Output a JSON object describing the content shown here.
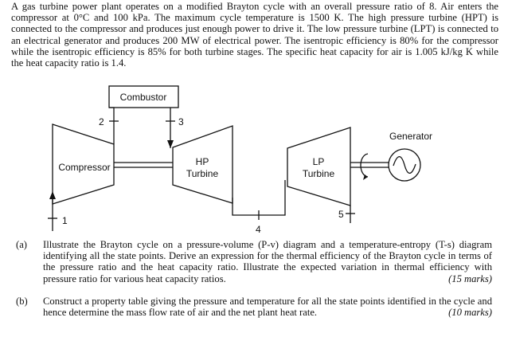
{
  "problem": {
    "text": "A gas turbine power plant operates on a modified Brayton cycle with an overall pressure ratio of 8.  Air enters the compressor at 0°C and 100 kPa.  The maximum cycle temperature is 1500 K.  The high pressure turbine (HPT) is connected to the compressor and produces just enough power to drive it.  The low pressure turbine (LPT) is connected to an electrical generator and produces 200 MW of electrical power.  The isentropic efficiency is 80% for the compressor while the isentropic efficiency is 85% for both turbine stages.  The specific heat capacity for air is 1.005 kJ/kg K while the heat capacity ratio is 1.4."
  },
  "diagram": {
    "combustor": "Combustor",
    "compressor": "Compressor",
    "hp_turbine": [
      "HP",
      "Turbine"
    ],
    "lp_turbine": [
      "LP",
      "Turbine"
    ],
    "generator": "Generator",
    "state_points": [
      "1",
      "2",
      "3",
      "4",
      "5"
    ]
  },
  "questions": [
    {
      "label": "(a)",
      "text": "Illustrate the Brayton cycle on a pressure-volume (P-v) diagram and a temperature-entropy (T-s) diagram identifying all the state points.  Derive an expression for the thermal efficiency of the Brayton cycle in terms of the pressure ratio and the heat capacity ratio.  Illustrate the expected variation in thermal efficiency with pressure ratio for various heat capacity ratios.",
      "marks": "(15 marks)"
    },
    {
      "label": "(b)",
      "text": "Construct a property table giving the pressure and temperature for all the state points identified in the cycle and hence determine the mass flow rate of air and the net plant heat rate.",
      "marks": "(10 marks)"
    }
  ]
}
